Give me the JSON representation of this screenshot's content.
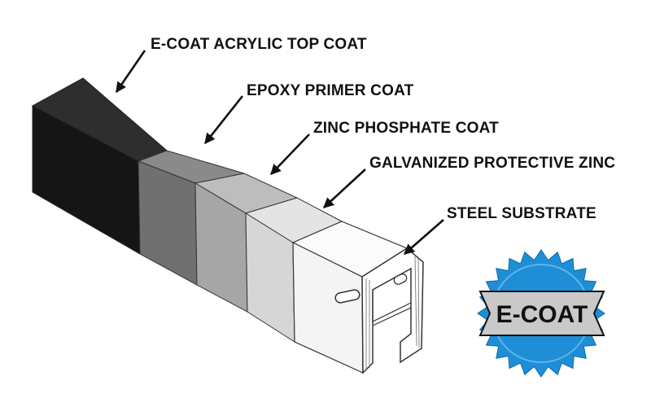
{
  "labels": {
    "top_coat": "E-COAT ACRYLIC TOP COAT",
    "primer": "EPOXY PRIMER COAT",
    "zinc_phosphate": "ZINC PHOSPHATE COAT",
    "galvanized": "GALVANIZED PROTECTIVE ZINC",
    "substrate": "STEEL SUBSTRATE"
  },
  "badge": {
    "text": "E-COAT"
  },
  "colors": {
    "top_coat": "#151515",
    "primer": "#707070",
    "zinc_phosphate": "#a6a6a6",
    "galvanized": "#d6d6d6",
    "substrate": "#f4f4f4",
    "badge_blue": "#1e8fd6",
    "badge_band": "#c9c9c9",
    "outline": "#333333"
  }
}
